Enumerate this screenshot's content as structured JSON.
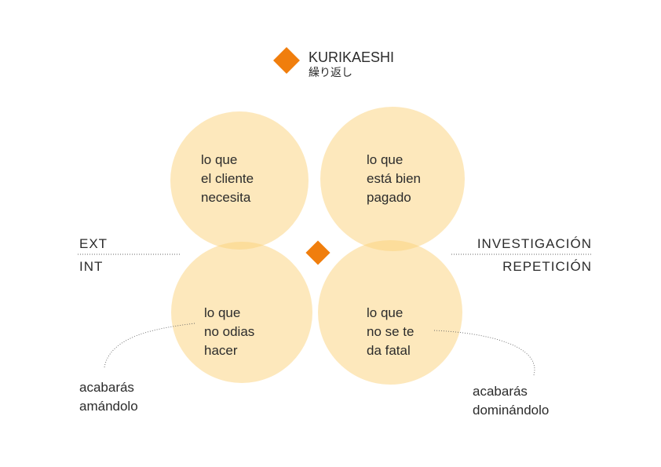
{
  "header": {
    "title": "KURIKAESHI",
    "subtitle": "繰り返し",
    "icon": "orange-diamond-icon"
  },
  "colors": {
    "circle": "#fbd27a",
    "accent": "#f07e0d",
    "text": "#2b2b2b",
    "line": "#666666"
  },
  "circles": {
    "top_left": [
      "lo que",
      "el cliente",
      "necesita"
    ],
    "top_right": [
      "lo que",
      "está bien",
      "pagado"
    ],
    "bottom_left": [
      "lo que",
      "no odias",
      "hacer"
    ],
    "bottom_right": [
      "lo que",
      "no se te",
      "da fatal"
    ]
  },
  "axes": {
    "left_top": "EXT",
    "left_bottom": "INT",
    "right_top": "INVESTIGACIÓN",
    "right_bottom": "REPETICIÓN"
  },
  "notes": {
    "left": [
      "acabarás",
      "amándolo"
    ],
    "right": [
      "acabarás",
      "dominándolo"
    ]
  },
  "center_icon": "orange-diamond-icon"
}
